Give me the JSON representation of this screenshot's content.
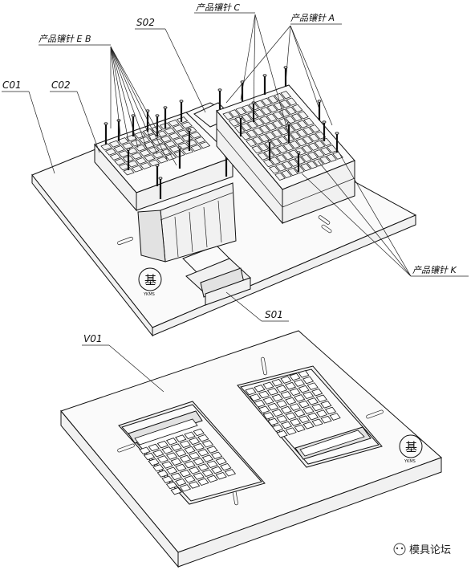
{
  "labels": {
    "c01": "C01",
    "c02": "C02",
    "s02": "S02",
    "s01": "S01",
    "v01": "V01",
    "insert_eb": "产品镶针 E B",
    "insert_c": "产品镶针 C",
    "insert_a": "产品镶针 A",
    "insert_k": "产品镶针 K"
  },
  "logo": {
    "char": "基",
    "sub": "YKMS"
  },
  "watermark": {
    "text": "模具论坛"
  }
}
